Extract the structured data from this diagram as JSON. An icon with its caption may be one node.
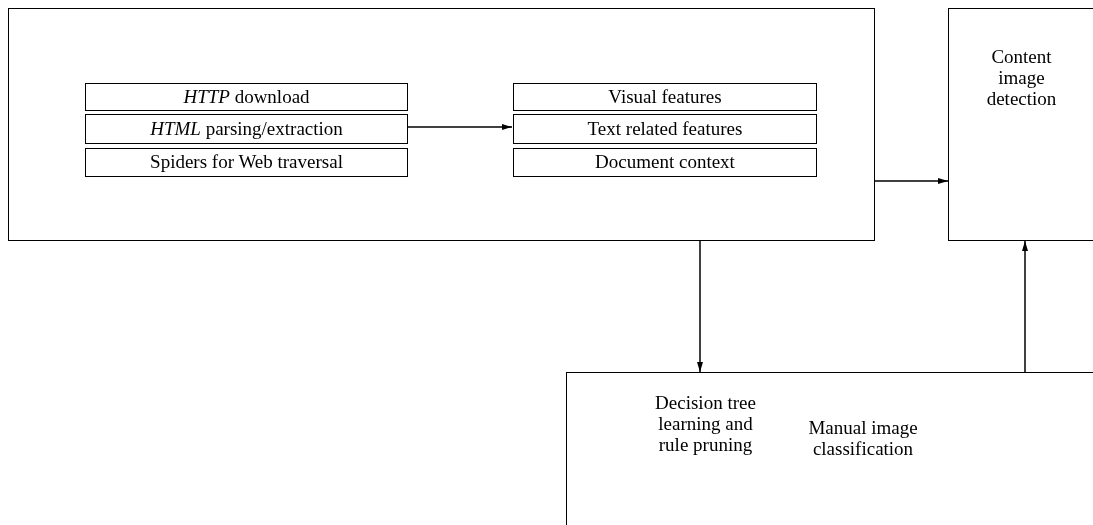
{
  "diagram": {
    "nodes": [
      {
        "text": [],
        "shape": "box"
      },
      {
        "text": [
          "*HTTP* download"
        ],
        "in": 0
      },
      {
        "text": [
          "*HTML* parsing/extraction"
        ],
        "in": 0
      },
      {
        "text": [
          "Spiders for Web traversal"
        ],
        "in": 0
      },
      {
        "text": [
          "Visual features"
        ],
        "in": 0
      },
      {
        "text": [
          "Text related features"
        ],
        "in": 0
      },
      {
        "text": [
          "Document context"
        ],
        "in": 0
      },
      {
        "text": [
          "Content image detection"
        ]
      },
      {
        "text": [
          "Decision tree learning and rule pruning",
          "Manual image classification"
        ]
      }
    ],
    "edges": [
      {
        "from": 2,
        "to": 5,
        "arrow": "to"
      },
      {
        "from": 0,
        "to": 7,
        "arrow": "to"
      },
      {
        "from": 0,
        "to": 8,
        "arrow": "to"
      },
      {
        "from": 8,
        "to": 7,
        "arrow": "to"
      }
    ]
  }
}
